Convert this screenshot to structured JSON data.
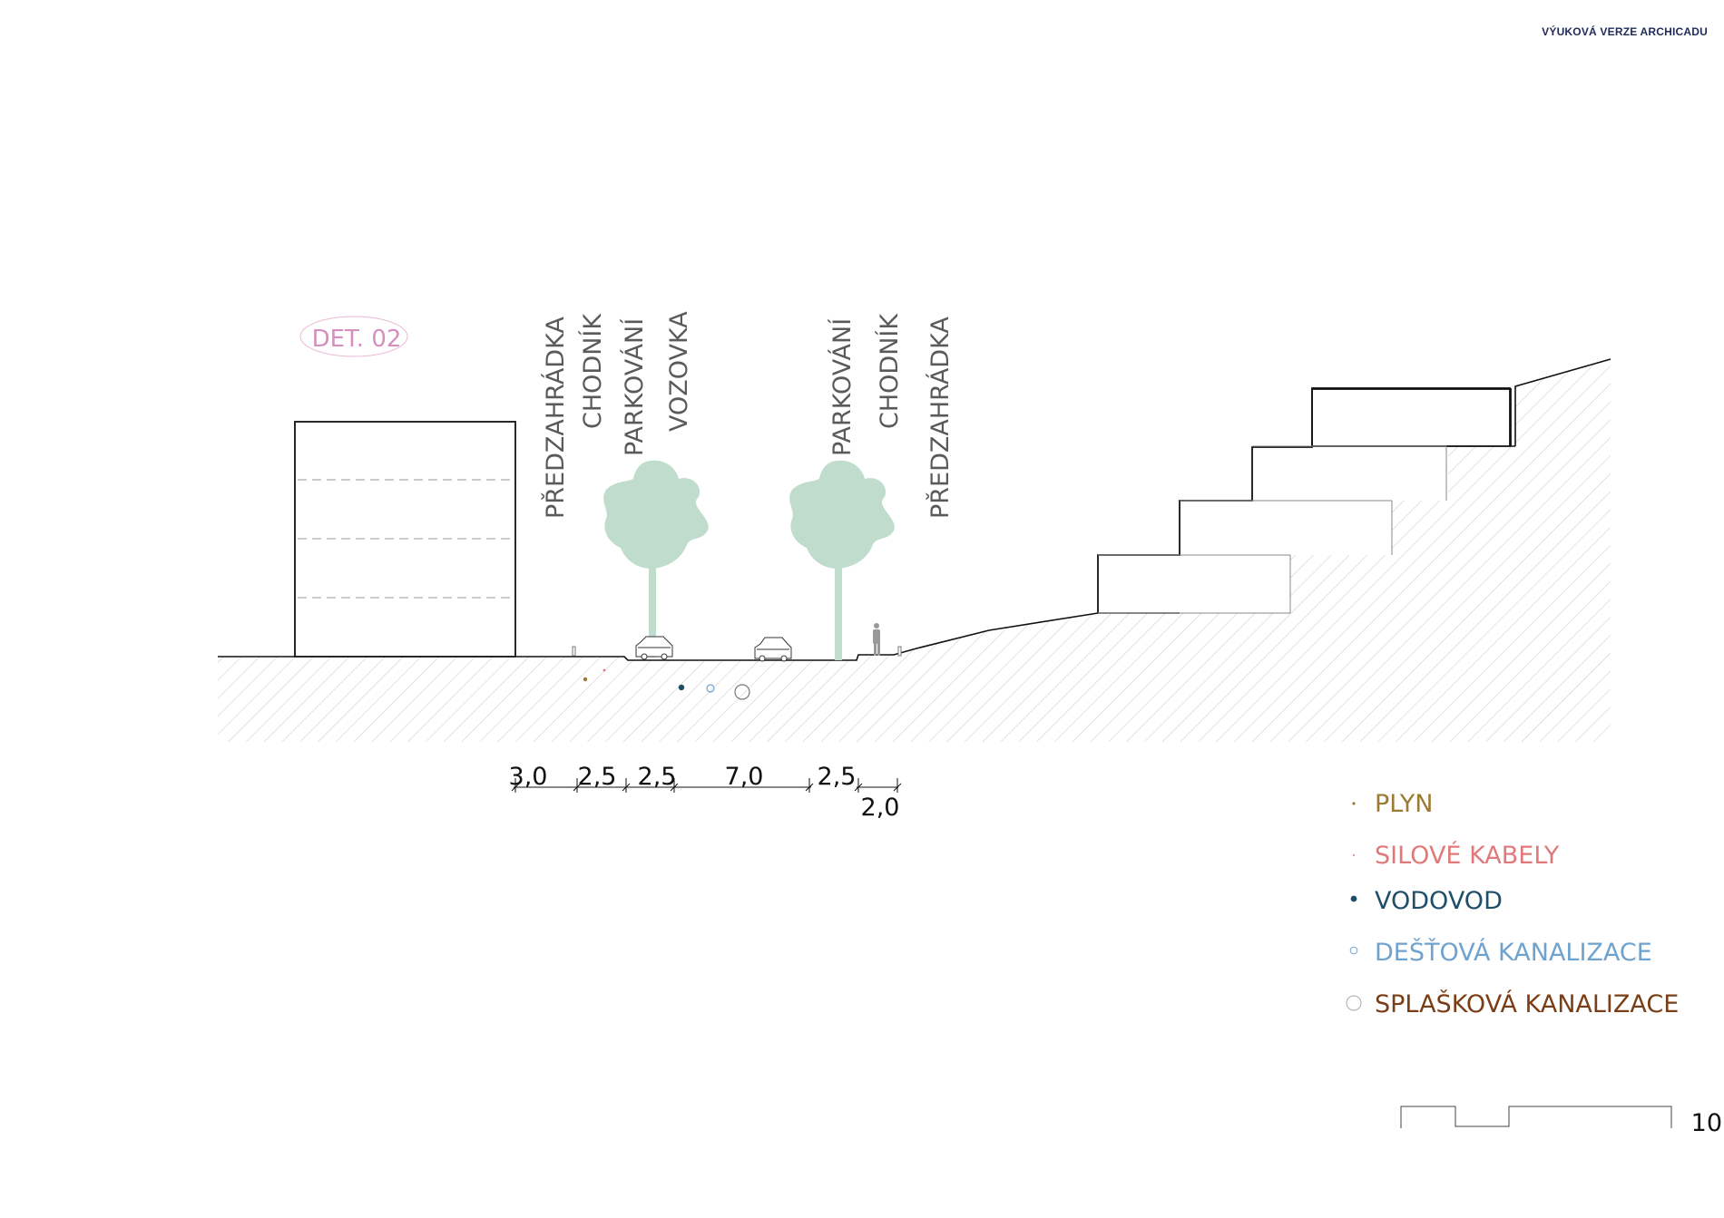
{
  "header": {
    "watermark": "VÝUKOVÁ VERZE ARCHICADU"
  },
  "detail_label": "DET. 02",
  "zone_labels": {
    "predzahradka_left": "PŘEDZAHRÁDKA",
    "chodnik_left": "CHODNÍK",
    "parkovani_left": "PARKOVÁNÍ",
    "vozovka": "VOZOVKA",
    "parkovani_right": "PARKOVÁNÍ",
    "chodnik_right": "CHODNÍK",
    "predzahradka_right": "PŘEDZAHRÁDKA"
  },
  "dimensions": {
    "predzahradka_left": "3,0",
    "chodnik_left": "2,5",
    "parkovani_left": "2,5",
    "vozovka": "7,0",
    "parkovani_right": "2,5",
    "chodnik_right": "2,0"
  },
  "legend": [
    {
      "label": "PLYN",
      "color": "#9c7a34",
      "symbol": "dot-small"
    },
    {
      "label": "SILOVÉ KABELY",
      "color": "#e07a7a",
      "symbol": "dot-tiny"
    },
    {
      "label": "VODOVOD",
      "color": "#1f4e6b",
      "symbol": "dot-filled"
    },
    {
      "label": "DEŠŤOVÁ KANALIZACE",
      "color": "#6fa3cf",
      "symbol": "circle-small"
    },
    {
      "label": "SPLAŠKOVÁ KANALIZACE",
      "color": "#7a3e16",
      "symbol": "circle-large"
    }
  ],
  "page_number": "10",
  "colors": {
    "line": "#111111",
    "hatch": "#c8c8c8",
    "tree": "#bfdccd",
    "detail": "#d58fbf",
    "label_gray": "#5a5a5a"
  }
}
